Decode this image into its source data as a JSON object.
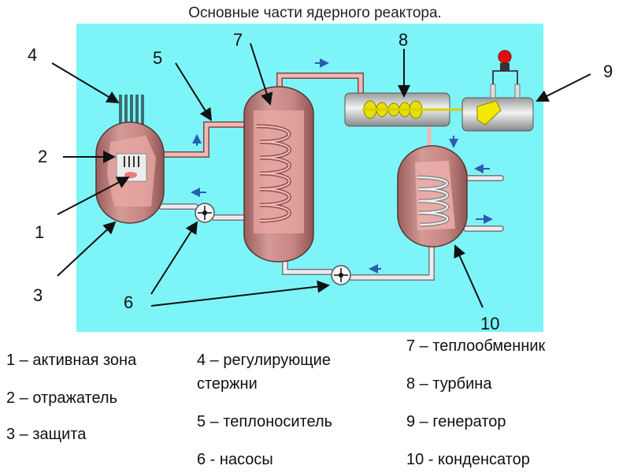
{
  "title": "Основные части ядерного реактора.",
  "colors": {
    "background": "#7df5f8",
    "vessel": "#c98a87",
    "pipe_hot": "#f0b9b4",
    "pipe_cold": "#e8e8ec",
    "turbine_body": "#b8b8b8",
    "turbine_rotor": "#e8e000",
    "lamp": "#e01010",
    "flow_arrow": "#2a5db0"
  },
  "callouts": [
    {
      "id": "1",
      "label": "1"
    },
    {
      "id": "2",
      "label": "2"
    },
    {
      "id": "3",
      "label": "3"
    },
    {
      "id": "4",
      "label": "4"
    },
    {
      "id": "5",
      "label": "5"
    },
    {
      "id": "6",
      "label": "6"
    },
    {
      "id": "7",
      "label": "7"
    },
    {
      "id": "8",
      "label": "8"
    },
    {
      "id": "9",
      "label": "9"
    },
    {
      "id": "10",
      "label": "10"
    }
  ],
  "legend": [
    {
      "num": "1",
      "text": "1 – активная зона"
    },
    {
      "num": "2",
      "text": "2 – отражатель"
    },
    {
      "num": "3",
      "text": "3 – защита"
    },
    {
      "num": "4",
      "text": "4 – регулирующие",
      "text2": "стержни"
    },
    {
      "num": "5",
      "text": "5 – теплоноситель"
    },
    {
      "num": "6",
      "text": "6 - насосы"
    },
    {
      "num": "7",
      "text": "7 – теплообменник"
    },
    {
      "num": "8",
      "text": "8 – турбина"
    },
    {
      "num": "9",
      "text": "9 – генератор"
    },
    {
      "num": "10",
      "text": "10 - конденсатор"
    }
  ]
}
